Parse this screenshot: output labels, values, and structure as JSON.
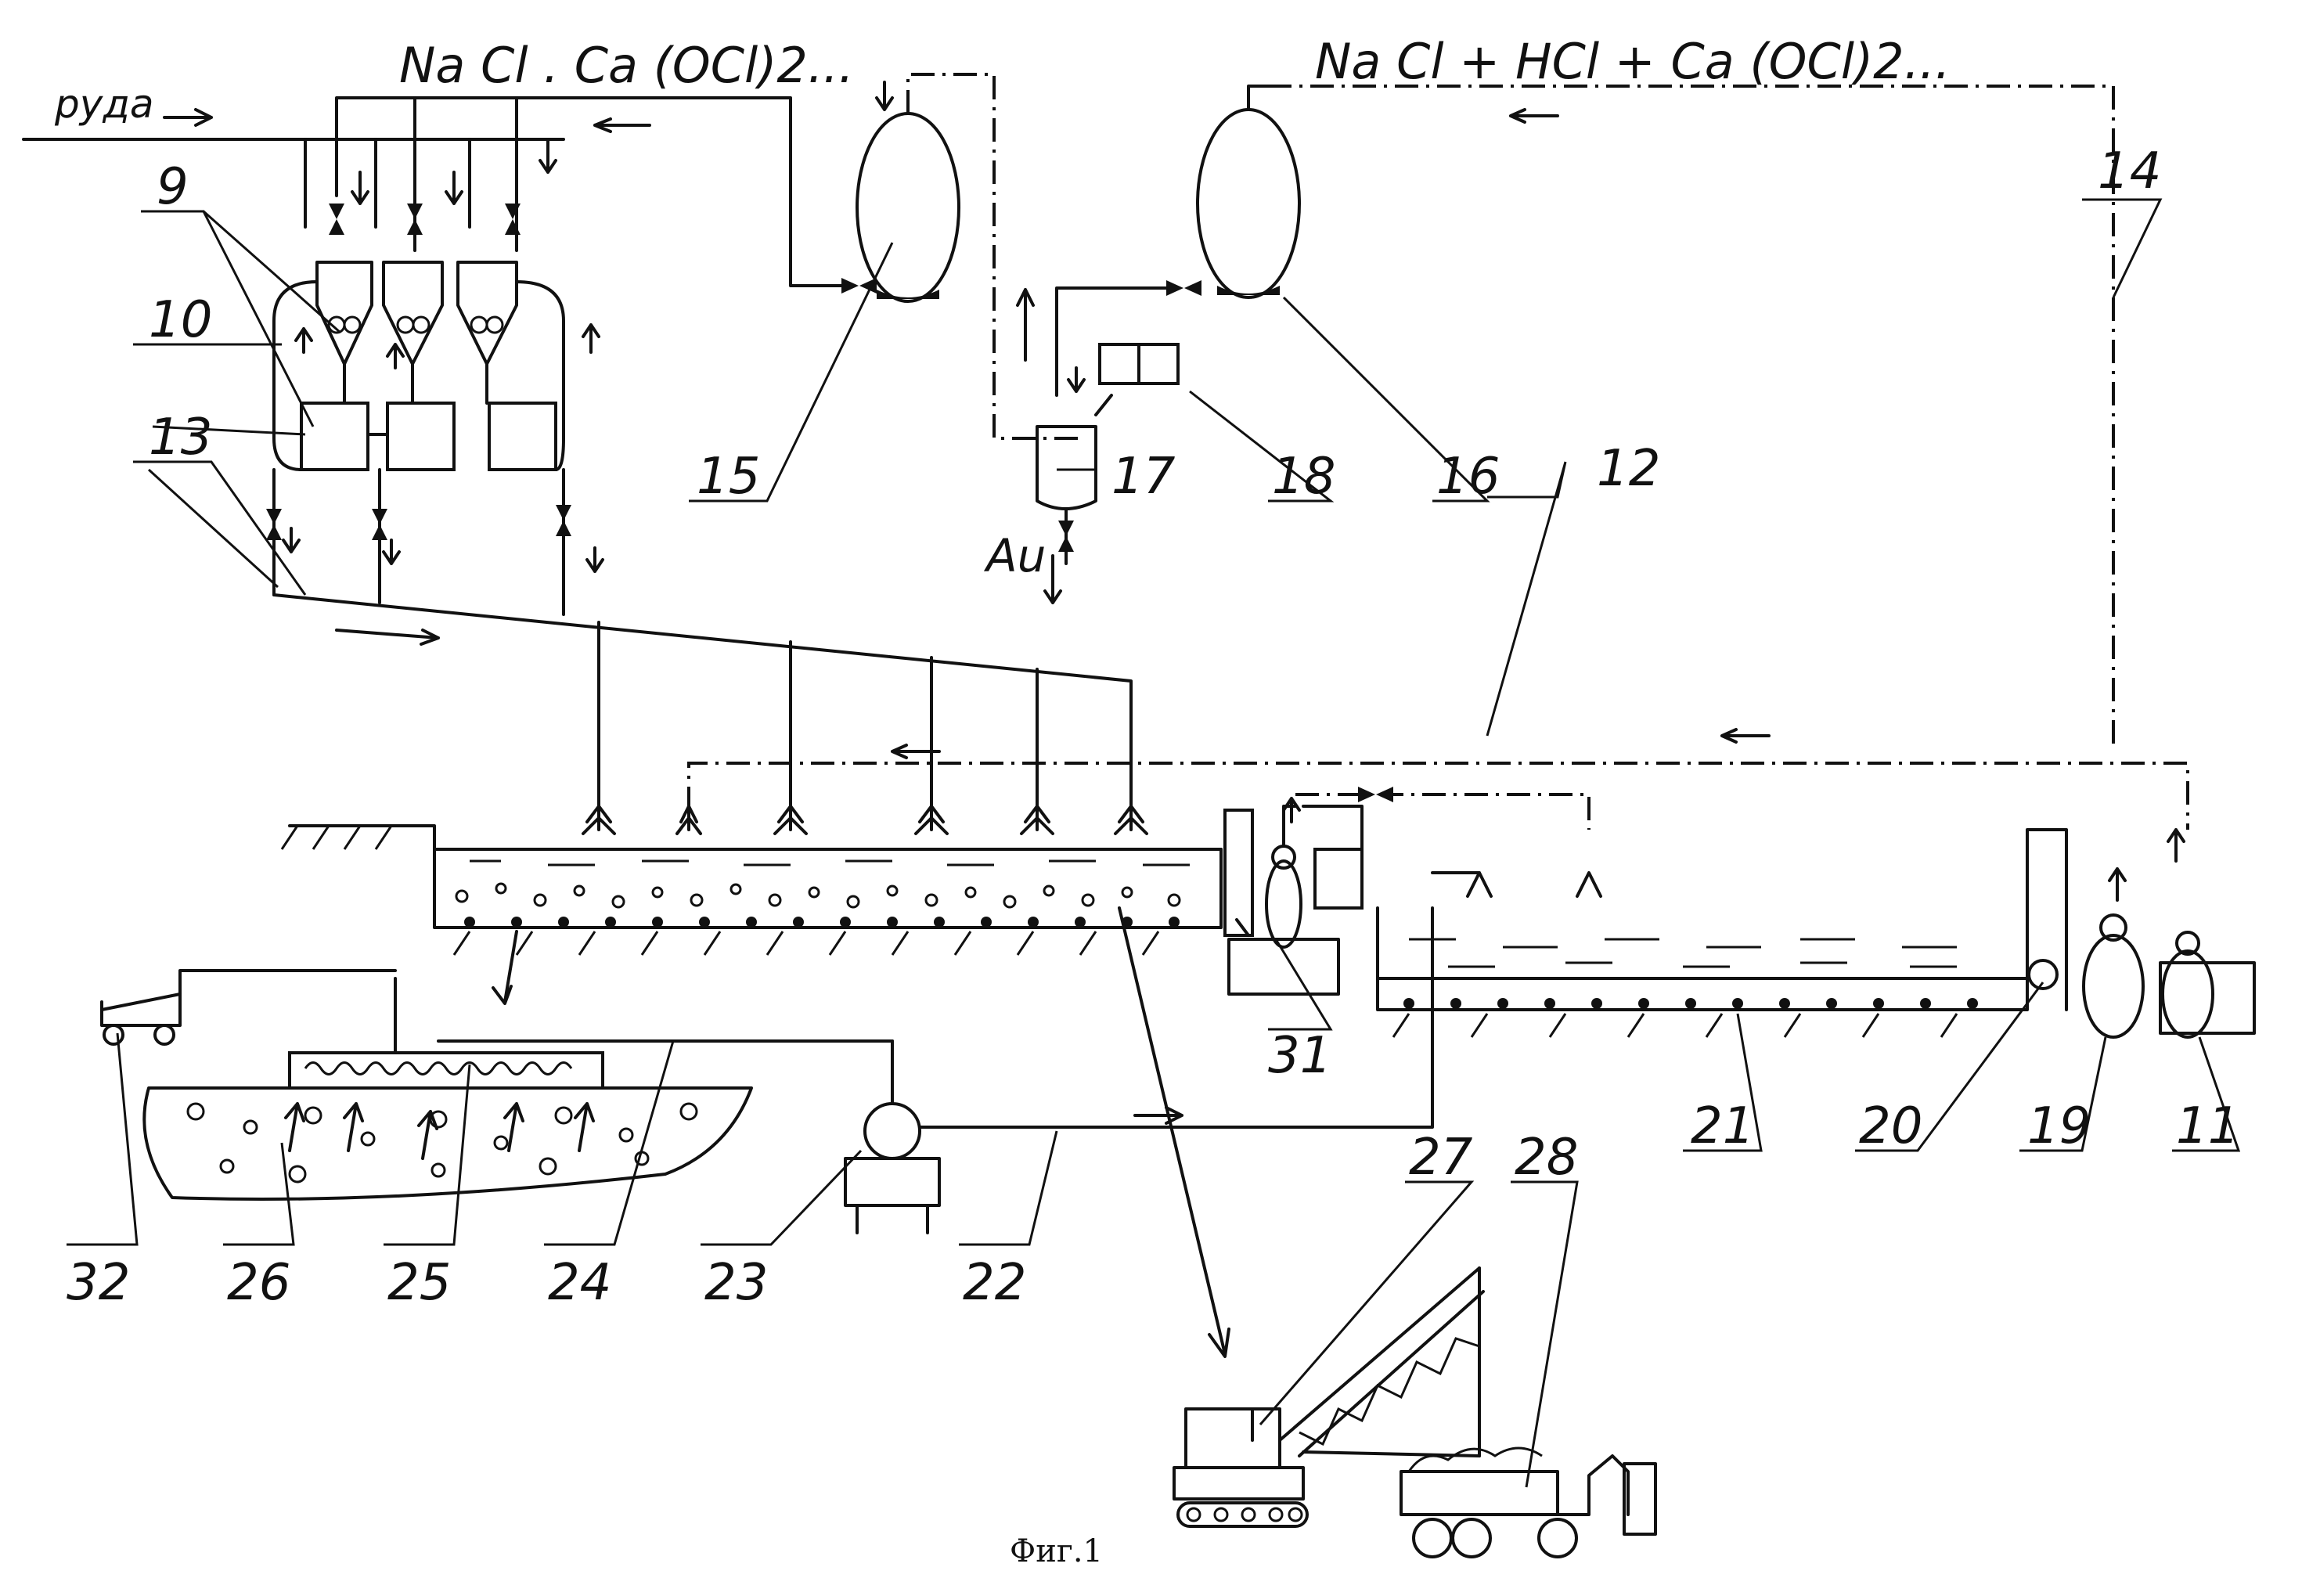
{
  "labels": {
    "ore_input": "руда",
    "reagents_left": "Na Cl . Ca (OCl)2...",
    "reagents_right": "Na Cl + HCl + Ca (OCl)2...",
    "gold_output": "Au",
    "caption": "Фиг.1"
  },
  "callouts": [
    "9",
    "10",
    "13",
    "15",
    "17",
    "18",
    "16",
    "12",
    "14",
    "31",
    "21",
    "20",
    "19",
    "11",
    "32",
    "26",
    "25",
    "24",
    "23",
    "22",
    "27",
    "28"
  ]
}
